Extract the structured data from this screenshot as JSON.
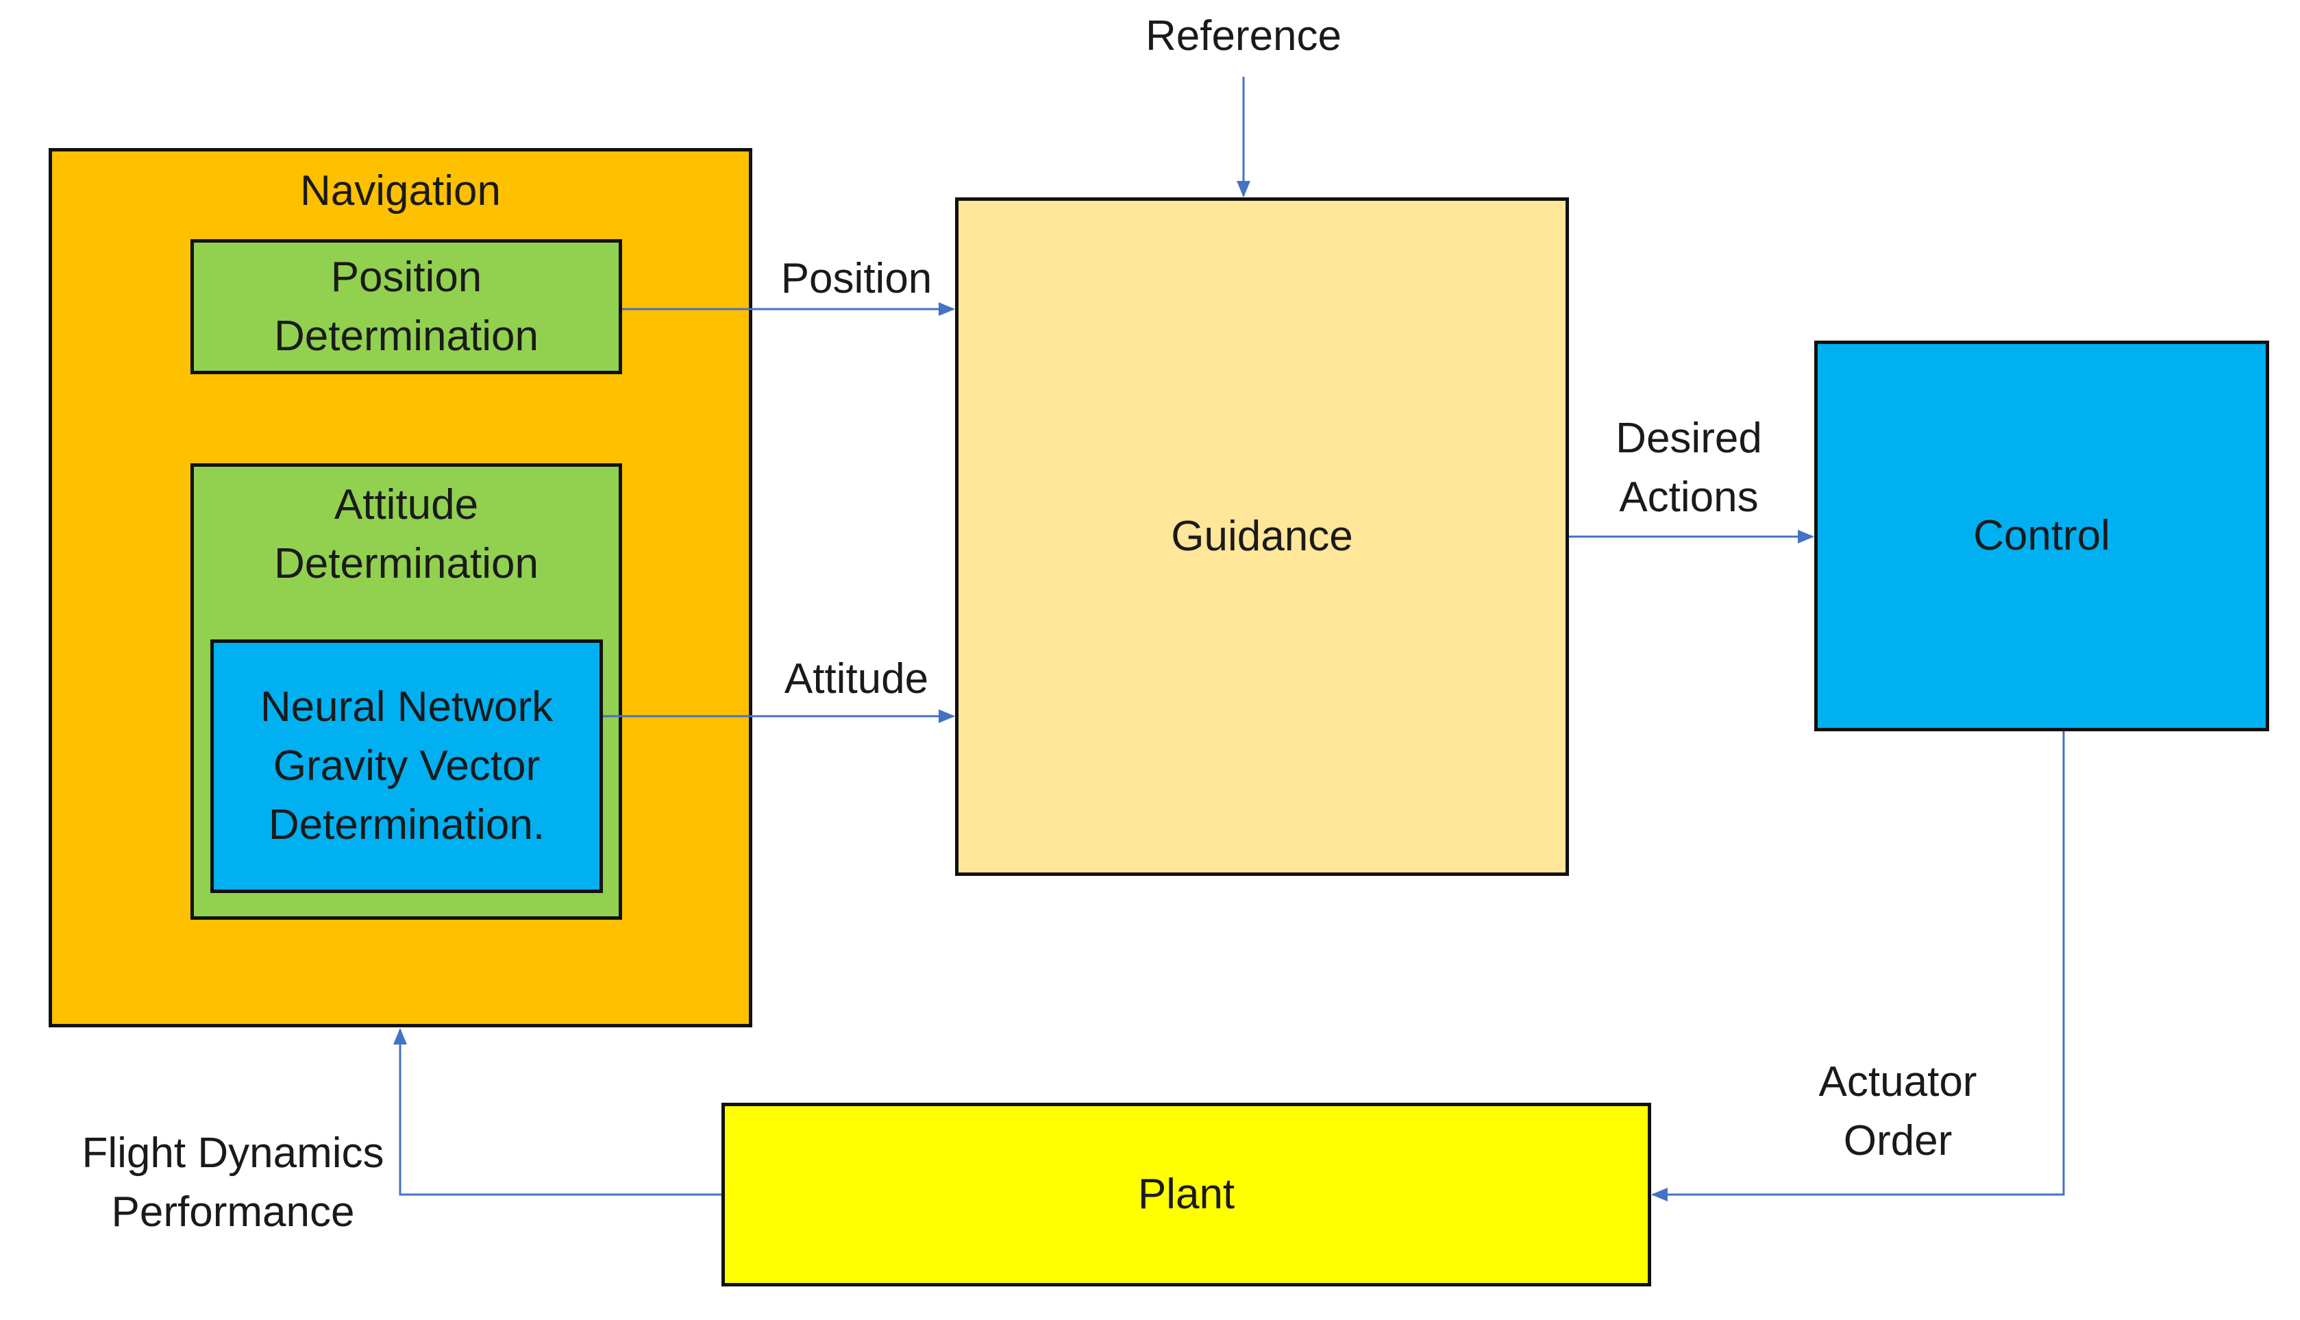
{
  "colors": {
    "navigation": "#FFC000",
    "determination": "#92D050",
    "neural": "#00B0F0",
    "guidance": "#FFE699",
    "control": "#00B0F0",
    "plant": "#FFFF00",
    "arrow": "#4472C4"
  },
  "labels": {
    "reference": "Reference",
    "position": "Position",
    "attitude": "Attitude",
    "desired_line1": "Desired",
    "desired_line2": "Actions",
    "actuator_line1": "Actuator",
    "actuator_line2": "Order",
    "flight_line1": "Flight Dynamics",
    "flight_line2": "Performance"
  },
  "boxes": {
    "navigation": "Navigation",
    "position_line1": "Position",
    "position_line2": "Determination",
    "attitude_line1": "Attitude",
    "attitude_line2": "Determination",
    "neural_line1": "Neural Network",
    "neural_line2": "Gravity Vector",
    "neural_line3": "Determination.",
    "guidance": "Guidance",
    "control": "Control",
    "plant": "Plant"
  }
}
